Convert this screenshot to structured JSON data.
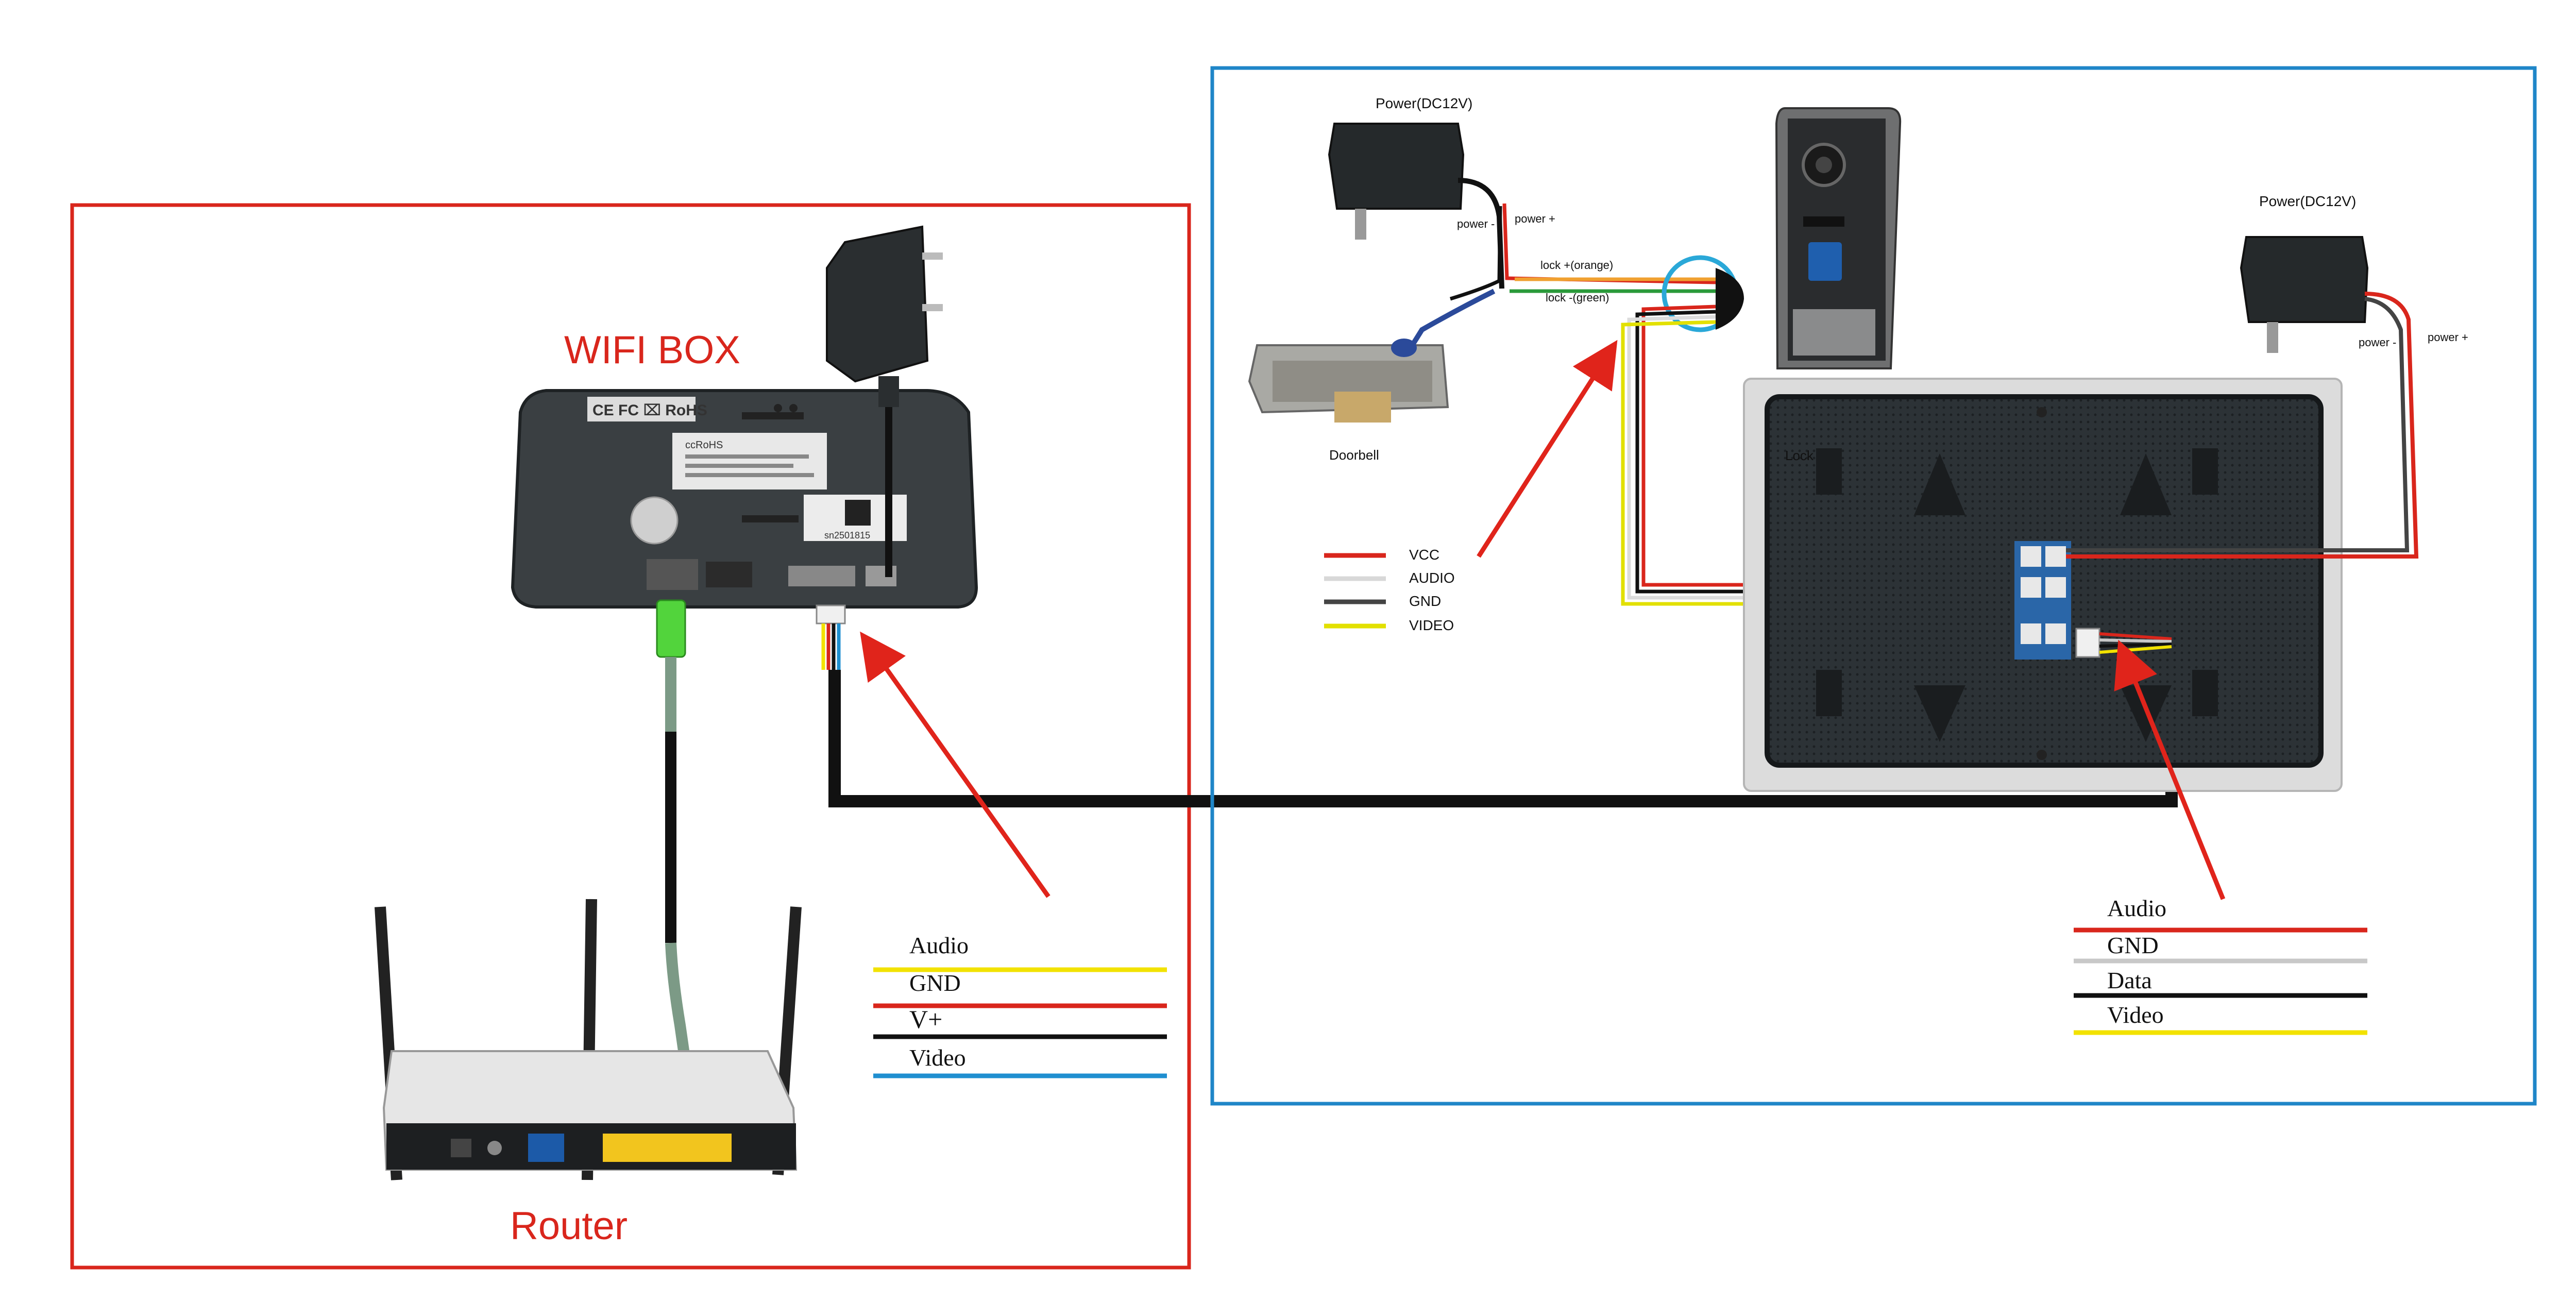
{
  "left_panel": {
    "wifi_box_label": "WIFI BOX",
    "router_label": "Router",
    "legend": [
      {
        "label": "Audio",
        "color": "#f2e200"
      },
      {
        "label": "GND",
        "color": "#d9261c"
      },
      {
        "label": "V+",
        "color": "#111111"
      },
      {
        "label": "Video",
        "color": "#1f8fd0"
      }
    ],
    "device_text": {
      "cert_marks": "CE FC ⌧ RoHS",
      "label_title": "ccRoHS",
      "serial": "sn2501815"
    }
  },
  "right_panel": {
    "power_top_label": "Power(DC12V)",
    "power_right_label": "Power(DC12V)",
    "doorbell_label": "Doorbell",
    "lock_label": "Lock",
    "wire_labels": {
      "power_minus_left": "power -",
      "power_plus_left": "power +",
      "lock_plus": "lock +(orange)",
      "lock_minus": "lock -(green)",
      "power_minus_right": "power -",
      "power_plus_right": "power +"
    },
    "legend_left": [
      {
        "label": "VCC",
        "color": "#d9261c"
      },
      {
        "label": "AUDIO",
        "color": "#d8d8d8"
      },
      {
        "label": "GND",
        "color": "#444444"
      },
      {
        "label": "VIDEO",
        "color": "#e2e000"
      }
    ],
    "legend_bottom": [
      {
        "label": "Audio",
        "color": "#d9261c"
      },
      {
        "label": "GND",
        "color": "#c8c8c8"
      },
      {
        "label": "Data",
        "color": "#111111"
      },
      {
        "label": "Video",
        "color": "#f2e200"
      }
    ]
  },
  "colors": {
    "left_frame": "#d9261c",
    "right_frame": "#1f86c8",
    "arrow": "#e0241b",
    "title_red": "#d9261c"
  }
}
